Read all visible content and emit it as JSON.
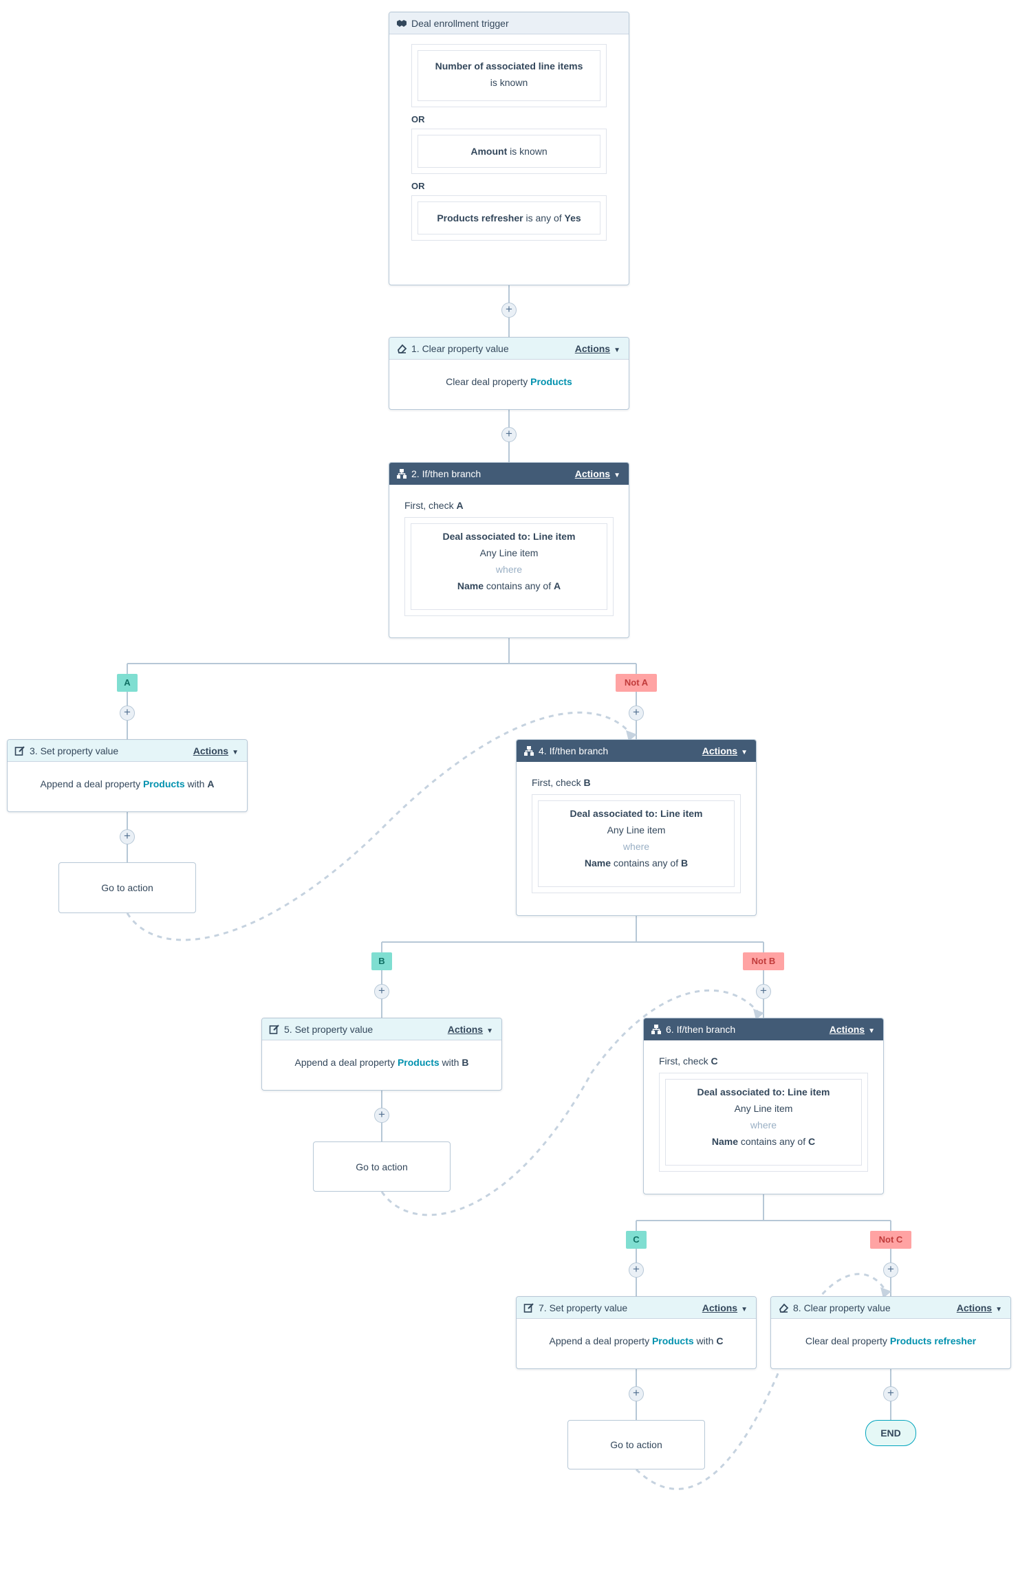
{
  "trigger": {
    "title": "Deal enrollment trigger",
    "icon": "handshake-icon",
    "conditions": [
      {
        "bold": "Number of associated line items",
        "rest": "is known"
      },
      {
        "bold": "Amount",
        "rest": "is known"
      },
      {
        "bold": "Products refresher",
        "rest": "is any of",
        "value": "Yes"
      }
    ],
    "or_label": "OR"
  },
  "actions_label": "Actions",
  "step1": {
    "title": "1. Clear property value",
    "text": "Clear deal property",
    "prop": "Products"
  },
  "step2": {
    "title": "2. If/then branch",
    "first_check": "First, check",
    "branch": "A",
    "assoc": "Deal associated to: Line item",
    "any": "Any Line item",
    "where": "where",
    "name": "Name",
    "contains": "contains any of",
    "value": "A"
  },
  "branch_labels": {
    "a": "A",
    "not_a": "Not A",
    "b": "B",
    "not_b": "Not B",
    "c": "C",
    "not_c": "Not C"
  },
  "step3": {
    "title": "3. Set property value",
    "text": "Append a deal property",
    "prop": "Products",
    "with": "with",
    "value": "A"
  },
  "step4": {
    "title": "4. If/then branch",
    "first_check": "First, check",
    "branch": "B",
    "assoc": "Deal associated to: Line item",
    "any": "Any Line item",
    "where": "where",
    "name": "Name",
    "contains": "contains any of",
    "value": "B"
  },
  "step5": {
    "title": "5. Set property value",
    "text": "Append a deal property",
    "prop": "Products",
    "with": "with",
    "value": "B"
  },
  "step6": {
    "title": "6. If/then branch",
    "first_check": "First, check",
    "branch": "C",
    "assoc": "Deal associated to: Line item",
    "any": "Any Line item",
    "where": "where",
    "name": "Name",
    "contains": "contains any of",
    "value": "C"
  },
  "step7": {
    "title": "7. Set property value",
    "text": "Append a deal property",
    "prop": "Products",
    "with": "with",
    "value": "C"
  },
  "step8": {
    "title": "8. Clear property value",
    "text": "Clear deal property",
    "prop": "Products refresher"
  },
  "goto_label": "Go to action",
  "end_label": "END",
  "plus_symbol": "+",
  "colors": {
    "branch_yes": "#7fded1",
    "branch_no": "#ffa3a3",
    "accent": "#0091ae",
    "dark_header": "#425b76"
  }
}
